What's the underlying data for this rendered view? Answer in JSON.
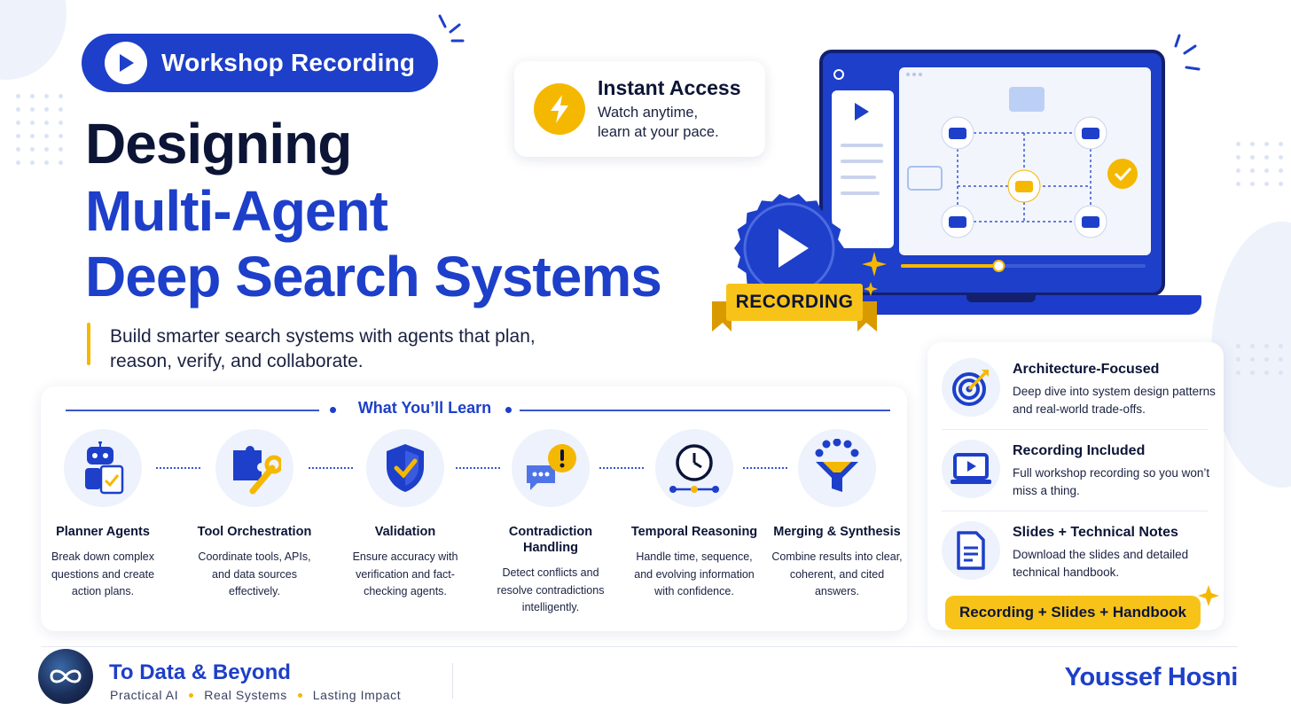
{
  "header": {
    "pill_label": "Workshop Recording",
    "title_line1": "Designing",
    "title_line2": "Multi-Agent",
    "title_line3": "Deep Search Systems",
    "subtitle": "Build smarter search systems with agents that plan, reason, verify, and collaborate."
  },
  "instant_access": {
    "title": "Instant Access",
    "line1": "Watch anytime,",
    "line2": "learn at your pace."
  },
  "badge": {
    "label": "RECORDING"
  },
  "laptop": {
    "progress": 0.4
  },
  "learn": {
    "title": "What You’ll Learn",
    "items": [
      {
        "title": "Planner Agents",
        "desc": "Break down complex questions and create action plans.",
        "icon": "robot-checklist-icon"
      },
      {
        "title": "Tool Orchestration",
        "desc": "Coordinate tools, APIs, and data sources effectively.",
        "icon": "puzzle-wrench-icon"
      },
      {
        "title": "Validation",
        "desc": "Ensure accuracy with verification and fact-checking agents.",
        "icon": "shield-check-icon"
      },
      {
        "title": "Contradiction Handling",
        "desc": "Detect conflicts and resolve contradictions intelligently.",
        "icon": "chat-alert-icon"
      },
      {
        "title": "Temporal Reasoning",
        "desc": "Handle time, sequence, and evolving information with confidence.",
        "icon": "clock-timeline-icon"
      },
      {
        "title": "Merging & Synthesis",
        "desc": "Combine results into clear, coherent, and cited answers.",
        "icon": "funnel-icon"
      }
    ]
  },
  "side": {
    "items": [
      {
        "title": "Architecture-Focused",
        "desc": "Deep dive into system design patterns and real-world trade-offs.",
        "icon": "target-icon"
      },
      {
        "title": "Recording Included",
        "desc": "Full workshop recording so you won’t miss a thing.",
        "icon": "laptop-play-icon"
      },
      {
        "title": "Slides + Technical Notes",
        "desc": "Download the slides and detailed technical handbook.",
        "icon": "document-icon"
      }
    ],
    "cta": "Recording + Slides + Handbook"
  },
  "footer": {
    "brand": "To Data & Beyond",
    "tagline": [
      "Practical AI",
      "Real Systems",
      "Lasting Impact"
    ],
    "author": "Youssef Hosni"
  },
  "colors": {
    "primary": "#1d3fc9",
    "accent": "#f5b800",
    "navy": "#0c1536",
    "soft": "#edf2fc"
  }
}
